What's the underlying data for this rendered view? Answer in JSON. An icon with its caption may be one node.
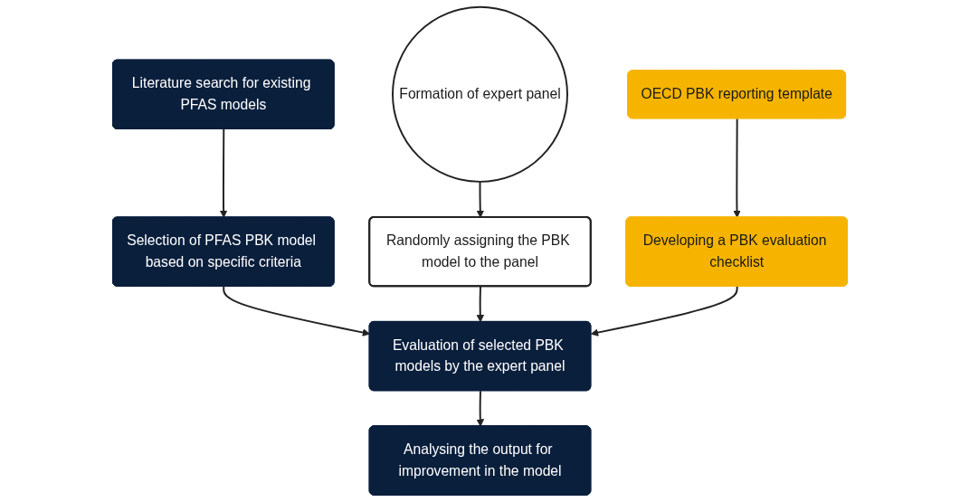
{
  "diagram": {
    "nodes": [
      {
        "text": [
          "Formation of expert panel"
        ]
      },
      {
        "text": [
          "Literature search for existing PFAS models"
        ]
      },
      {
        "text": [
          "OECD PBK reporting template"
        ]
      },
      {
        "text": [
          "Selection of PFAS PBK model based on specific criteria"
        ]
      },
      {
        "text": [
          "Developing a PBK evaluation checklist"
        ]
      },
      {
        "text": [
          "Randomly assigning the PBK model to the panel"
        ]
      },
      {
        "text": [
          "Evaluation of selected PBK models by the expert panel"
        ]
      },
      {
        "text": [
          "Analysing the output for improvement in the model"
        ]
      }
    ],
    "edges": [
      {
        "from": 0,
        "to": 5,
        "arrow": "to"
      },
      {
        "from": 1,
        "to": 3,
        "arrow": "to"
      },
      {
        "from": 2,
        "to": 4,
        "arrow": "to"
      },
      {
        "from": 3,
        "to": 6,
        "arrow": "to"
      },
      {
        "from": 5,
        "to": 6,
        "arrow": "to"
      },
      {
        "from": 4,
        "to": 6,
        "arrow": "to"
      },
      {
        "from": 6,
        "to": 7,
        "arrow": "to"
      }
    ]
  }
}
